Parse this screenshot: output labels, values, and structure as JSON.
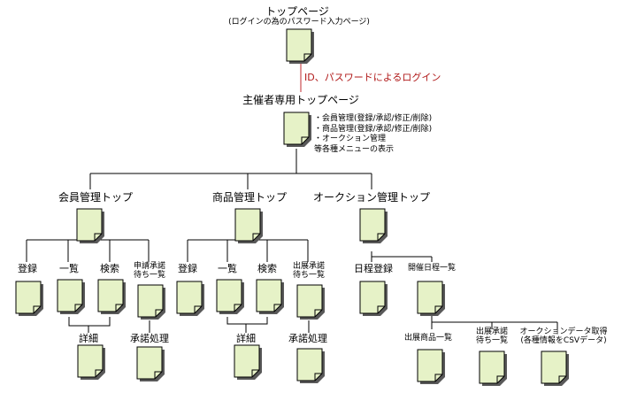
{
  "top": {
    "title": "トップページ",
    "subtitle": "(ログインの為のパスワード入力ページ)",
    "login_label": "ID、パスワードによるログイン"
  },
  "organizer": {
    "title": "主催者専用トップページ",
    "features": [
      "会員管理(登録/承認/修正/削除)",
      "商品管理(登録/承認/修正/削除)",
      "オークション管理"
    ],
    "features_note": "等各種メニューの表示"
  },
  "member": {
    "title": "会員管理トップ",
    "register": "登録",
    "list": "一覧",
    "search": "検索",
    "pending_line1": "申請承諾",
    "pending_line2": "待ち一覧",
    "detail": "詳細",
    "approval": "承諾処理"
  },
  "product": {
    "title": "商品管理トップ",
    "register": "登録",
    "list": "一覧",
    "search": "検索",
    "pending_line1": "出展承諾",
    "pending_line2": "待ち一覧",
    "detail": "詳細",
    "approval": "承諾処理"
  },
  "auction": {
    "title": "オークション管理トップ",
    "schedule_register": "日程登録",
    "schedule_list": "開催日程一覧",
    "exhibit_list": "出展商品一覧",
    "pending_line1": "出展承諾",
    "pending_line2": "待ち一覧",
    "export_line1": "オークションデータ取得",
    "export_line2": "(各種情報をCSVデータ)"
  },
  "colors": {
    "page_fill": "#e6f2c7",
    "page_stroke": "#000000",
    "page_shadow": "#595959",
    "line": "#000000",
    "login_line": "#c0282d",
    "login_text": "#b01818"
  }
}
